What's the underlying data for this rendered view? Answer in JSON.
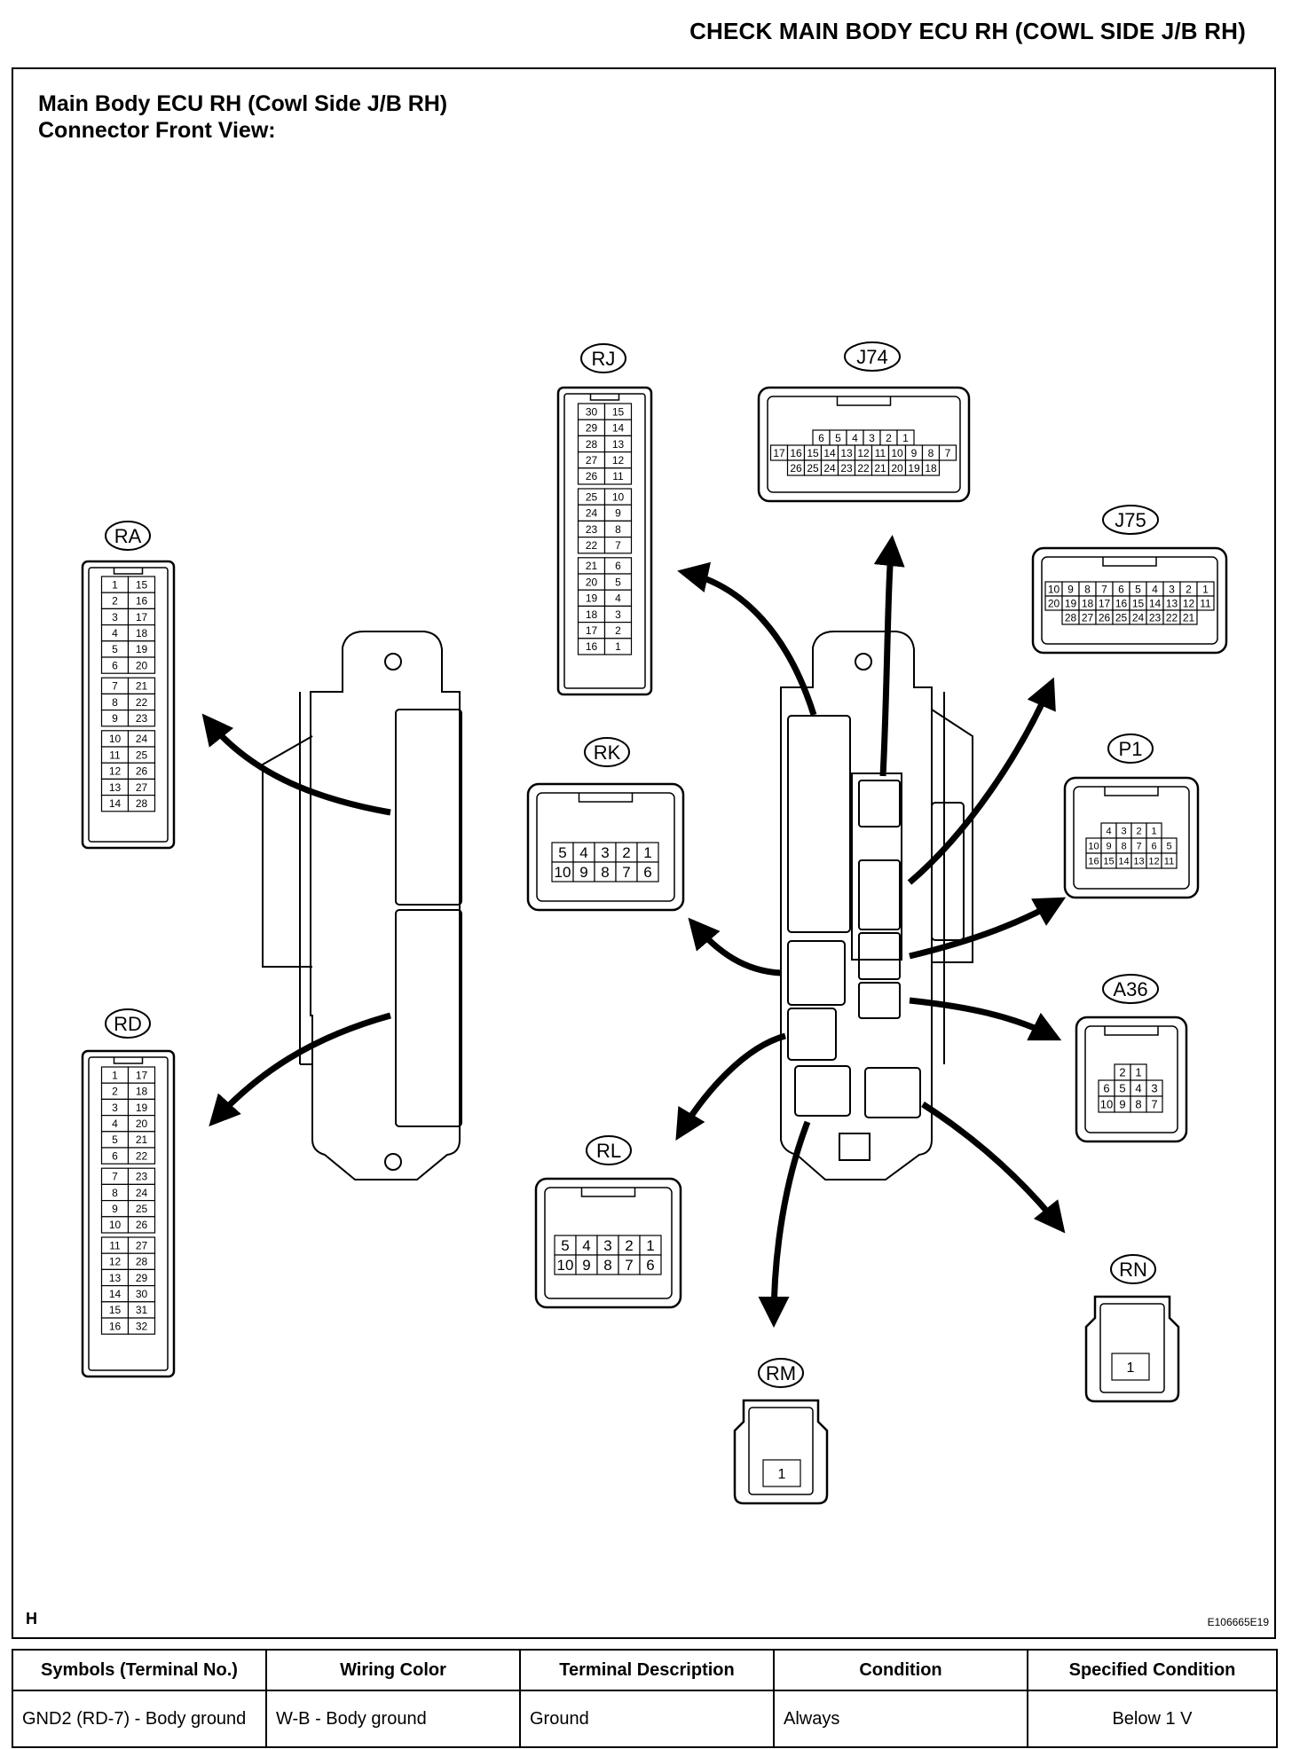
{
  "header": {
    "title": "CHECK MAIN BODY ECU RH (COWL SIDE J/B RH)"
  },
  "diagram": {
    "title_line1": "Main Body ECU RH (Cowl Side J/B RH)",
    "title_line2": "Connector Front View:",
    "corner_letter": "H",
    "figure_code": "E106665E19",
    "connectors": {
      "RA": {
        "label": "RA",
        "rows": [
          [
            "1",
            "15"
          ],
          [
            "2",
            "16"
          ],
          [
            "3",
            "17"
          ],
          [
            "4",
            "18"
          ],
          [
            "5",
            "19"
          ],
          [
            "6",
            "20"
          ],
          [
            "7",
            "21"
          ],
          [
            "8",
            "22"
          ],
          [
            "9",
            "23"
          ],
          [
            "10",
            "24"
          ],
          [
            "11",
            "25"
          ],
          [
            "12",
            "26"
          ],
          [
            "13",
            "27"
          ],
          [
            "14",
            "28"
          ]
        ]
      },
      "RD": {
        "label": "RD",
        "rows": [
          [
            "1",
            "17"
          ],
          [
            "2",
            "18"
          ],
          [
            "3",
            "19"
          ],
          [
            "4",
            "20"
          ],
          [
            "5",
            "21"
          ],
          [
            "6",
            "22"
          ],
          [
            "7",
            "23"
          ],
          [
            "8",
            "24"
          ],
          [
            "9",
            "25"
          ],
          [
            "10",
            "26"
          ],
          [
            "11",
            "27"
          ],
          [
            "12",
            "28"
          ],
          [
            "13",
            "29"
          ],
          [
            "14",
            "30"
          ],
          [
            "15",
            "31"
          ],
          [
            "16",
            "32"
          ]
        ]
      },
      "RJ": {
        "label": "RJ",
        "rows": [
          [
            "30",
            "15"
          ],
          [
            "29",
            "14"
          ],
          [
            "28",
            "13"
          ],
          [
            "27",
            "12"
          ],
          [
            "26",
            "11"
          ],
          [
            "25",
            "10"
          ],
          [
            "24",
            "9"
          ],
          [
            "23",
            "8"
          ],
          [
            "22",
            "7"
          ],
          [
            "21",
            "6"
          ],
          [
            "20",
            "5"
          ],
          [
            "19",
            "4"
          ],
          [
            "18",
            "3"
          ],
          [
            "17",
            "2"
          ],
          [
            "16",
            "1"
          ]
        ]
      },
      "RK": {
        "label": "RK",
        "rows": [
          [
            "5",
            "4",
            "3",
            "2",
            "1"
          ],
          [
            "10",
            "9",
            "8",
            "7",
            "6"
          ]
        ]
      },
      "RL": {
        "label": "RL",
        "rows": [
          [
            "5",
            "4",
            "3",
            "2",
            "1"
          ],
          [
            "10",
            "9",
            "8",
            "7",
            "6"
          ]
        ]
      },
      "J74": {
        "label": "J74",
        "rows": [
          [
            "6",
            "5",
            "4",
            "3",
            "2",
            "1"
          ],
          [
            "17",
            "16",
            "15",
            "14",
            "13",
            "12",
            "11",
            "10",
            "9",
            "8",
            "7"
          ],
          [
            "26",
            "25",
            "24",
            "23",
            "22",
            "21",
            "20",
            "19",
            "18"
          ]
        ]
      },
      "J75": {
        "label": "J75",
        "rows": [
          [
            "10",
            "9",
            "8",
            "7",
            "6",
            "5",
            "4",
            "3",
            "2",
            "1"
          ],
          [
            "20",
            "19",
            "18",
            "17",
            "16",
            "15",
            "14",
            "13",
            "12",
            "11"
          ],
          [
            "28",
            "27",
            "26",
            "25",
            "24",
            "23",
            "22",
            "21"
          ]
        ]
      },
      "P1": {
        "label": "P1",
        "rows": [
          [
            "4",
            "3",
            "2",
            "1"
          ],
          [
            "10",
            "9",
            "8",
            "7",
            "6",
            "5"
          ],
          [
            "16",
            "15",
            "14",
            "13",
            "12",
            "11"
          ]
        ]
      },
      "A36": {
        "label": "A36",
        "rows": [
          [
            "2",
            "1"
          ],
          [
            "6",
            "5",
            "4",
            "3"
          ],
          [
            "10",
            "9",
            "8",
            "7"
          ]
        ]
      },
      "RN": {
        "label": "RN",
        "rows": [
          [
            "1"
          ]
        ]
      },
      "RM": {
        "label": "RM",
        "rows": [
          [
            "1"
          ]
        ]
      }
    }
  },
  "table": {
    "headers": [
      "Symbols (Terminal No.)",
      "Wiring Color",
      "Terminal Description",
      "Condition",
      "Specified Condition"
    ],
    "rows": [
      [
        "GND2 (RD-7) - Body ground",
        "W-B - Body ground",
        "Ground",
        "Always",
        "Below 1 V"
      ]
    ]
  }
}
